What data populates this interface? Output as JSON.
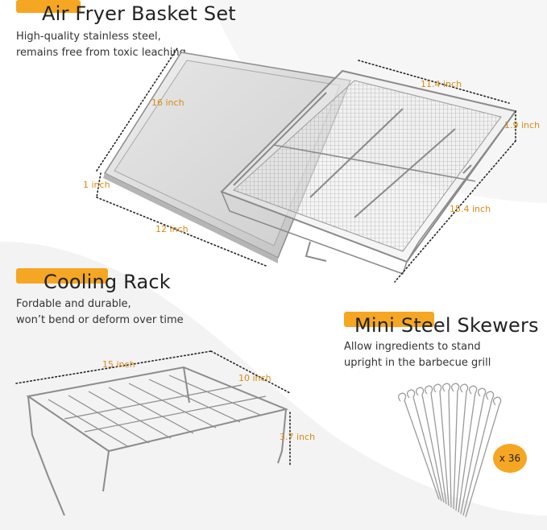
{
  "sections": {
    "basket": {
      "title": "Air Fryer Basket Set",
      "desc_line1": "High-quality stainless steel,",
      "desc_line2": "remains free from toxic leaching"
    },
    "rack": {
      "title": "Cooling Rack",
      "desc_line1": "Fordable and durable,",
      "desc_line2": "won’t bend or deform over time"
    },
    "skewers": {
      "title": "Mini Steel Skewers",
      "desc_line1": "Allow ingredients to stand",
      "desc_line2": "upright in the barbecue grill",
      "count": "x 36"
    }
  },
  "dimensions": {
    "tray_length": "16 inch",
    "tray_height": "1 inch",
    "tray_width": "12 inch",
    "basket_width": "11.4 inch",
    "basket_height": "1.9 inch",
    "basket_length": "15.4 inch",
    "rack_length": "15 inch",
    "rack_width": "10 inch",
    "rack_height": "3.7 inch"
  },
  "colors": {
    "accent": "#f5a623",
    "dimension_text": "#d98a12",
    "background_swoosh": "#f2f2f2"
  }
}
